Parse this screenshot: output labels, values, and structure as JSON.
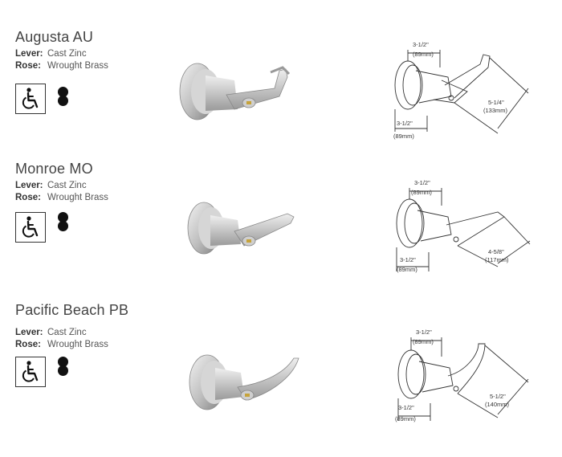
{
  "products": [
    {
      "name": "Augusta AU",
      "lever_label": "Lever:",
      "lever_value": "Cast Zinc",
      "rose_label": "Rose:",
      "rose_value": "Wrought Brass",
      "dims": {
        "top": "3-1/2\"",
        "top_mm": "(89mm)",
        "bottom": "3-1/2\"",
        "bottom_mm": "(89mm)",
        "side": "5-1/4\"",
        "side_mm": "(133mm)"
      }
    },
    {
      "name": "Monroe MO",
      "lever_label": "Lever:",
      "lever_value": "Cast Zinc",
      "rose_label": "Rose:",
      "rose_value": "Wrought Brass",
      "dims": {
        "top": "3-1/2\"",
        "top_mm": "(89mm)",
        "bottom": "3-1/2\"",
        "bottom_mm": "(89mm)",
        "side": "4-5/8\"",
        "side_mm": "(117mm)"
      }
    },
    {
      "name": "Pacific Beach PB",
      "lever_label": "Lever:",
      "lever_value": "Cast Zinc",
      "rose_label": "Rose:",
      "rose_value": "Wrought Brass",
      "dims": {
        "top": "3-1/2\"",
        "top_mm": "(89mm)",
        "bottom": "3-1/2\"",
        "bottom_mm": "(89mm)",
        "side": "5-1/2\"",
        "side_mm": "(140mm)"
      }
    }
  ],
  "icons": {
    "ada": "wheelchair-accessible-icon",
    "finish": "two-dot-finish-icon"
  },
  "colors": {
    "text": "#444444",
    "icon": "#111111",
    "metal_light": "#e9e9e9",
    "metal_dark": "#8f8f8f"
  }
}
